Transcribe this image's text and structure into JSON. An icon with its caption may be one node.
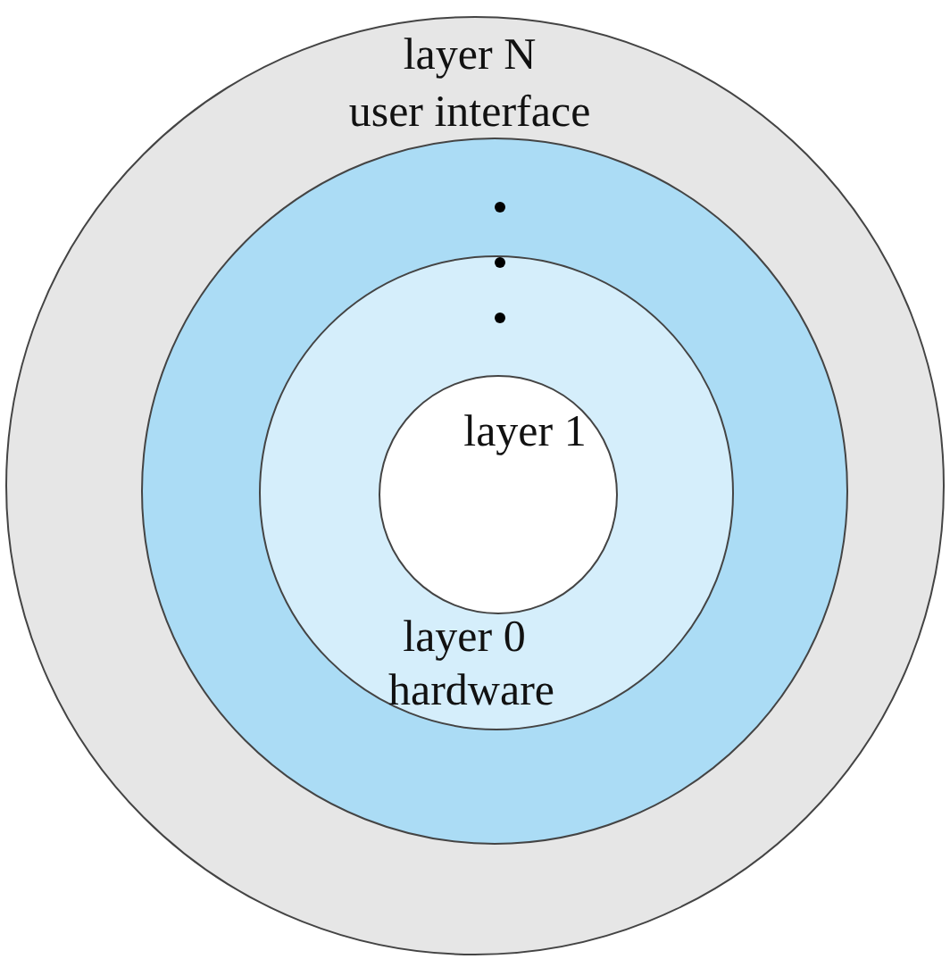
{
  "diagram": {
    "nodes": [
      {
        "text": [
          "layer N",
          "user interface"
        ]
      },
      {
        "text": [],
        "shape": "circle",
        "in": 0
      },
      {
        "text": [
          "layer 0",
          "hardware"
        ],
        "in": 1
      },
      {
        "text": [
          "layer 1"
        ],
        "in": 2
      }
    ]
  }
}
